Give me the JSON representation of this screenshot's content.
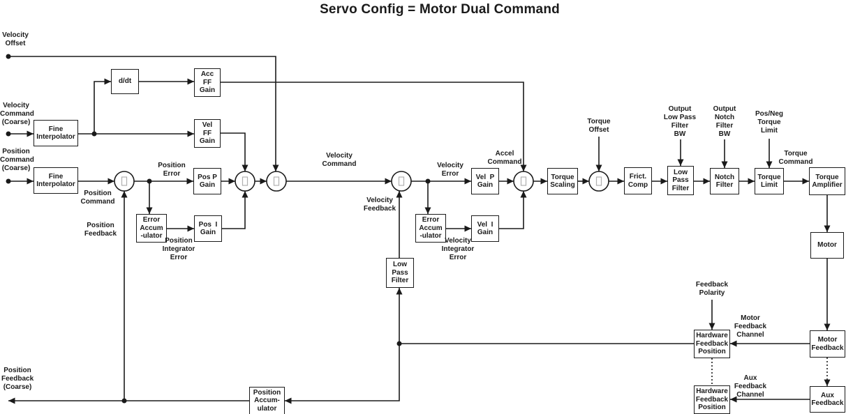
{
  "title": "Servo Config = Motor Dual Command",
  "colors": {
    "line": "#1a1a1a",
    "block_border": "#1a1a1a",
    "background": "#ffffff",
    "junction_glyph": "#b0b0b0"
  },
  "blocks": {
    "fine_interpolator_velocity": "Fine\nInterpolator",
    "derivative": "d/dt",
    "acc_ff_gain": "Acc\nFF\nGain",
    "vel_ff_gain": "Vel\nFF\nGain",
    "fine_interpolator_position": "Fine\nInterpolator",
    "pos_p_gain": "Pos P\nGain",
    "position_error_accumulator": "Error\nAccum\n-ulator",
    "pos_i_gain": "Pos  I\nGain",
    "low_pass_filter_feedback": "Low\nPass\nFilter",
    "velocity_error_accumulator": "Error\nAccum\n-ulator",
    "vel_p_gain": "Vel  P\nGain",
    "vel_i_gain": "Vel  I\nGain",
    "torque_scaling": "Torque\nScaling",
    "friction_compensation": "Frict.\nComp",
    "low_pass_filter_output": "Low\nPass\nFilter",
    "notch_filter": "Notch\nFilter",
    "torque_limit": "Torque\nLimit",
    "torque_amplifier": "Torque\nAmplifier",
    "motor": "Motor",
    "motor_feedback": "Motor\nFeedback",
    "aux_feedback": "Aux\nFeedback",
    "hardware_feedback_position_motor": "Hardware\nFeedback\nPosition",
    "hardware_feedback_position_aux": "Hardware\nFeedback\nPosition",
    "position_accumulator": "Position\nAccum-\nulator"
  },
  "labels": {
    "velocity_offset": "Velocity\nOffset",
    "velocity_command_coarse": "Velocity\nCommand\n(Coarse)",
    "position_command_coarse": "Position\nCommand\n(Coarse)",
    "position_command": "Position\nCommand",
    "position_feedback": "Position\nFeedback",
    "position_error": "Position\nError",
    "position_integrator_error": "Position\nIntegrator\nError",
    "velocity_command": "Velocity\nCommand",
    "velocity_feedback": "Velocity\nFeedback",
    "velocity_error": "Velocity\nError",
    "velocity_integrator_error": "Velocity\nIntegrator\nError",
    "accel_command": "Accel\nCommand",
    "torque_offset": "Torque\nOffset",
    "output_low_pass_filter_bw": "Output\nLow Pass\nFilter\nBW",
    "output_notch_filter_bw": "Output\nNotch\nFilter\nBW",
    "pos_neg_torque_limit": "Pos/Neg\nTorque\nLimit",
    "torque_command": "Torque\nCommand",
    "feedback_polarity": "Feedback\nPolarity",
    "motor_feedback_channel": "Motor\nFeedback\nChannel",
    "aux_feedback_channel": "Aux\nFeedback\nChannel",
    "position_feedback_coarse": "Position\nFeedback\n(Coarse)"
  }
}
